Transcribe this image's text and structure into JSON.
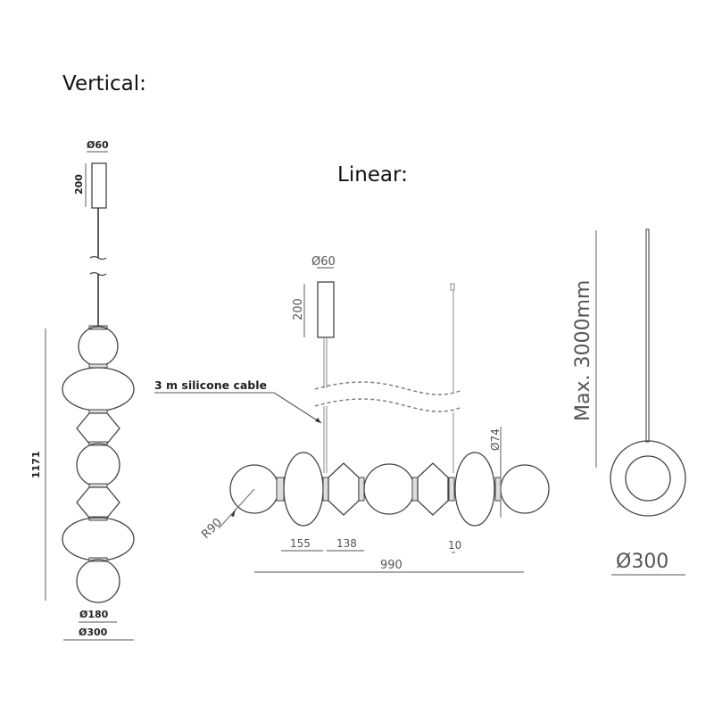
{
  "titles": {
    "vertical": "Vertical:",
    "linear": "Linear:"
  },
  "vertical": {
    "canopy_diameter": "Ø60",
    "canopy_height": "200",
    "total_height": "1171",
    "sphere_diameter": "Ø180",
    "max_diameter": "Ø300"
  },
  "linear": {
    "canopy_diameter": "Ø60",
    "canopy_height": "200",
    "cable_label": "3 m silicone cable",
    "connector_diameter": "Ø74",
    "sphere_radius": "R90",
    "ellipse_width": "155",
    "diamond_width": "138",
    "connector_width": "10",
    "total_length": "990"
  },
  "side_view": {
    "max_length": "Max. 3000mm",
    "diameter": "Ø300"
  },
  "colors": {
    "line": "#444444",
    "dimension": "#777777",
    "text": "#111111"
  }
}
